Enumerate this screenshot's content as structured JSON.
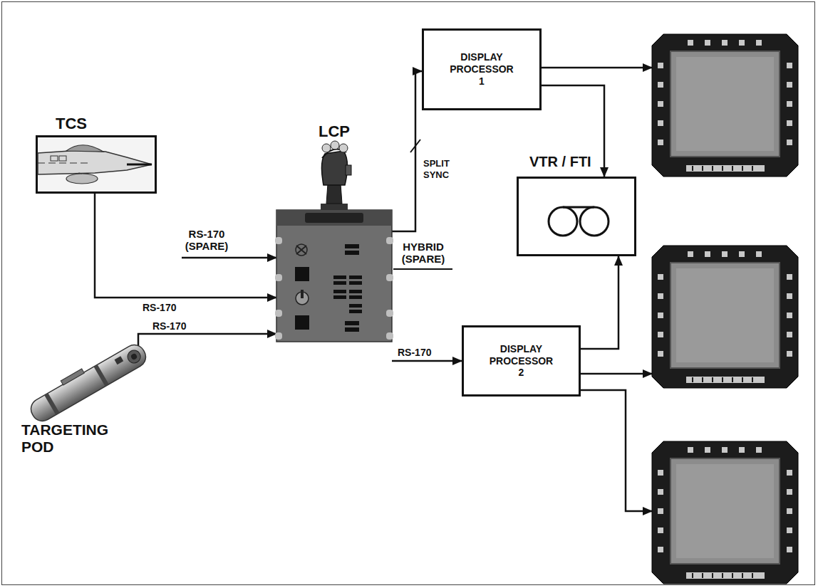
{
  "diagram": {
    "nodes": [
      {
        "text": [
          "DISPLAY PROCESSOR 1"
        ]
      },
      {
        "text": [
          "LCP"
        ]
      },
      {
        "text": [
          "TCS"
        ]
      },
      {
        "text": [
          "VTR / FTI"
        ]
      },
      {
        "text": [
          "DISPLAY PROCESSOR 2"
        ]
      },
      {
        "text": [
          "TARGETING POD"
        ]
      }
    ],
    "edges": [
      {
        "from": 2,
        "to": 1,
        "label": "RS-170",
        "arrow": "to"
      },
      {
        "from": 5,
        "to": 1,
        "label": "RS-170",
        "arrow": "to"
      },
      {
        "from": 1,
        "to": 0,
        "label": "SPLIT SYNC",
        "arrow": "to"
      },
      {
        "from": 1,
        "to": 4,
        "label": "RS-170",
        "arrow": "to"
      },
      {
        "from": 0,
        "to": 3,
        "arrow": "to"
      },
      {
        "from": 4,
        "to": 3,
        "arrow": "to"
      }
    ],
    "labels": [
      "RS-170 (SPARE)",
      "HYBRID (SPARE)"
    ]
  }
}
